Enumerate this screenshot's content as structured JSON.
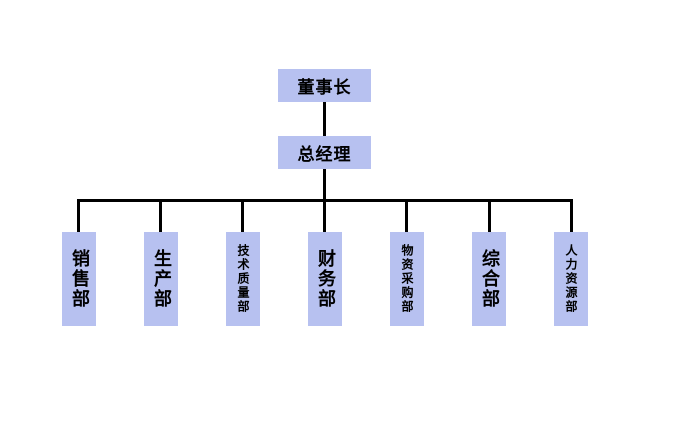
{
  "chairman": "董事长",
  "general_manager": "总经理",
  "departments": [
    {
      "label": "销售部"
    },
    {
      "label": "生产部"
    },
    {
      "label": "技术质量部"
    },
    {
      "label": "财务部"
    },
    {
      "label": "物资采购部"
    },
    {
      "label": "综合部"
    },
    {
      "label": "人力资源部"
    }
  ],
  "colors": {
    "box_fill": "#b7c1f0",
    "line": "#000000"
  }
}
